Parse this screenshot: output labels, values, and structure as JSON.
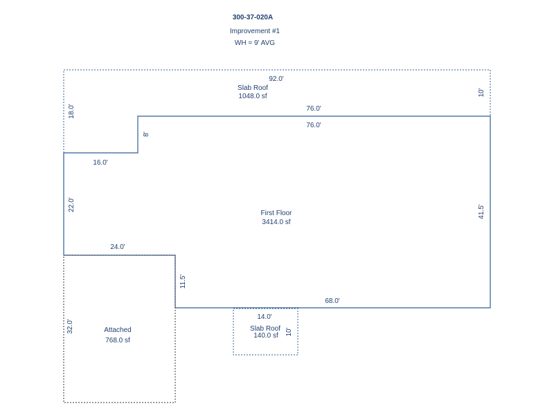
{
  "header": {
    "parcel_id": "300-37-020A",
    "improvement": "Improvement #1",
    "wall_height": "WH = 9' AVG"
  },
  "areas": {
    "slab_roof_top": {
      "name": "Slab Roof",
      "area": "1048.0 sf"
    },
    "first_floor": {
      "name": "First Floor",
      "area": "3414.0 sf"
    },
    "attached": {
      "name": "Attached",
      "area": "768.0 sf"
    },
    "slab_roof_small": {
      "name": "Slab Roof",
      "area": "140.0 sf"
    }
  },
  "dimensions": {
    "top_92": "92.0'",
    "right_10": "10'",
    "left_18": "18.0'",
    "inner_76_top": "76.0'",
    "inner_76_bottom": "76.0'",
    "step_8": "8'",
    "step_16": "16.0'",
    "left_22": "22.0'",
    "right_415": "41.5'",
    "bottom_24": "24.0'",
    "step_115": "11.5'",
    "bottom_68": "68.0'",
    "left_32": "32.0'",
    "small_14": "14.0'",
    "small_10": "10'"
  },
  "colors": {
    "line": "#2f5d93",
    "text": "#1f3f6e",
    "attached_line": "#333333"
  }
}
